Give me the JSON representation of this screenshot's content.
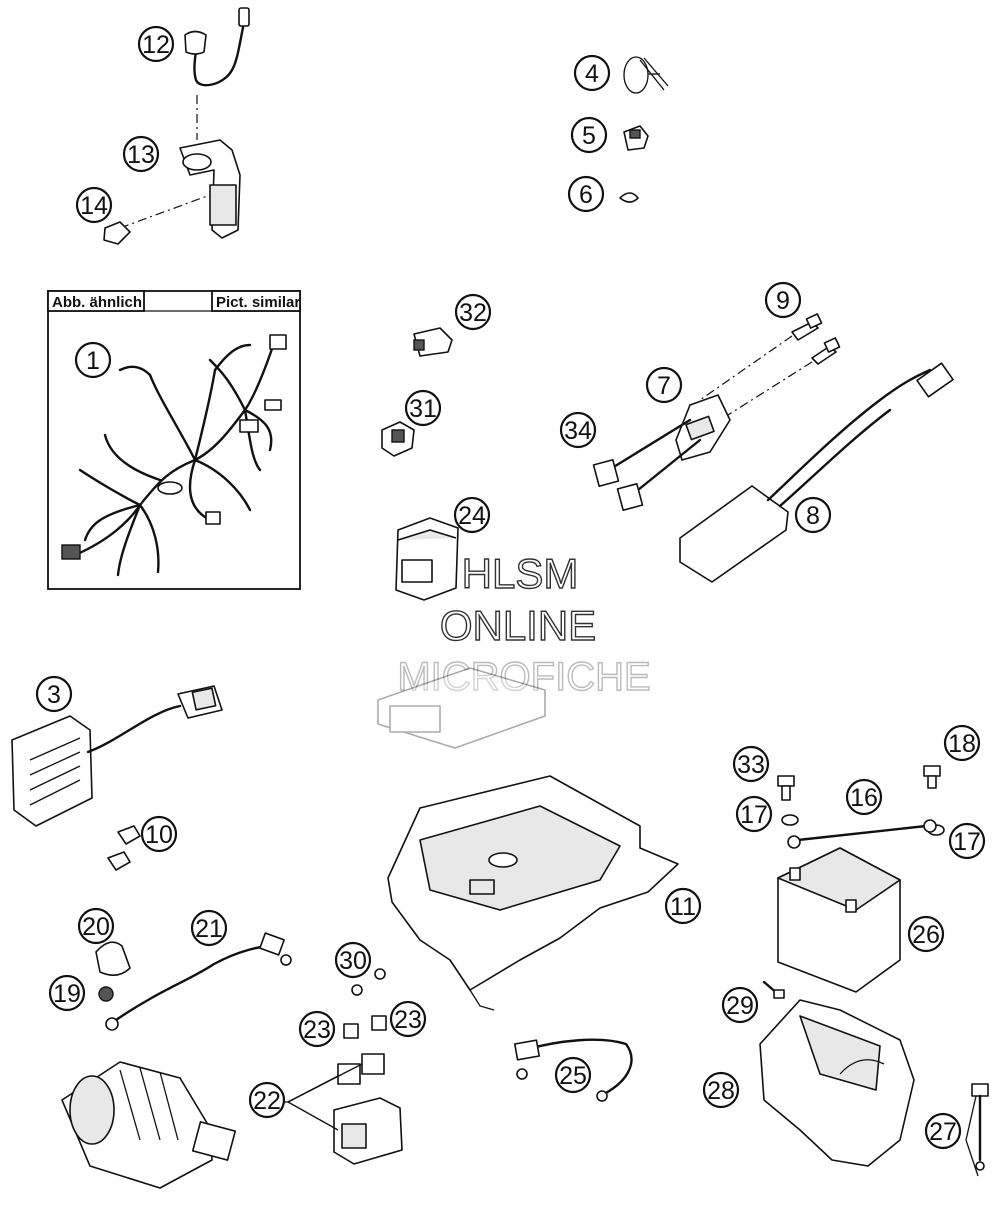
{
  "frame": {
    "label_left": "Abb. ähnlich",
    "label_right": "Pict. similar"
  },
  "watermark": {
    "line1": "HLSM",
    "line2": "ONLINE",
    "line3": "MICROFICHE"
  },
  "callouts": {
    "c1": "1",
    "c3": "3",
    "c4": "4",
    "c5": "5",
    "c6": "6",
    "c7": "7",
    "c8": "8",
    "c9": "9",
    "c10": "10",
    "c11": "11",
    "c12": "12",
    "c13": "13",
    "c14": "14",
    "c16": "16",
    "c17a": "17",
    "c17b": "17",
    "c18": "18",
    "c19": "19",
    "c20": "20",
    "c21": "21",
    "c22": "22",
    "c23a": "23",
    "c23b": "23",
    "c24": "24",
    "c25": "25",
    "c26": "26",
    "c27": "27",
    "c28": "28",
    "c29": "29",
    "c30": "30",
    "c31": "31",
    "c32": "32",
    "c33": "33",
    "c34": "34"
  }
}
